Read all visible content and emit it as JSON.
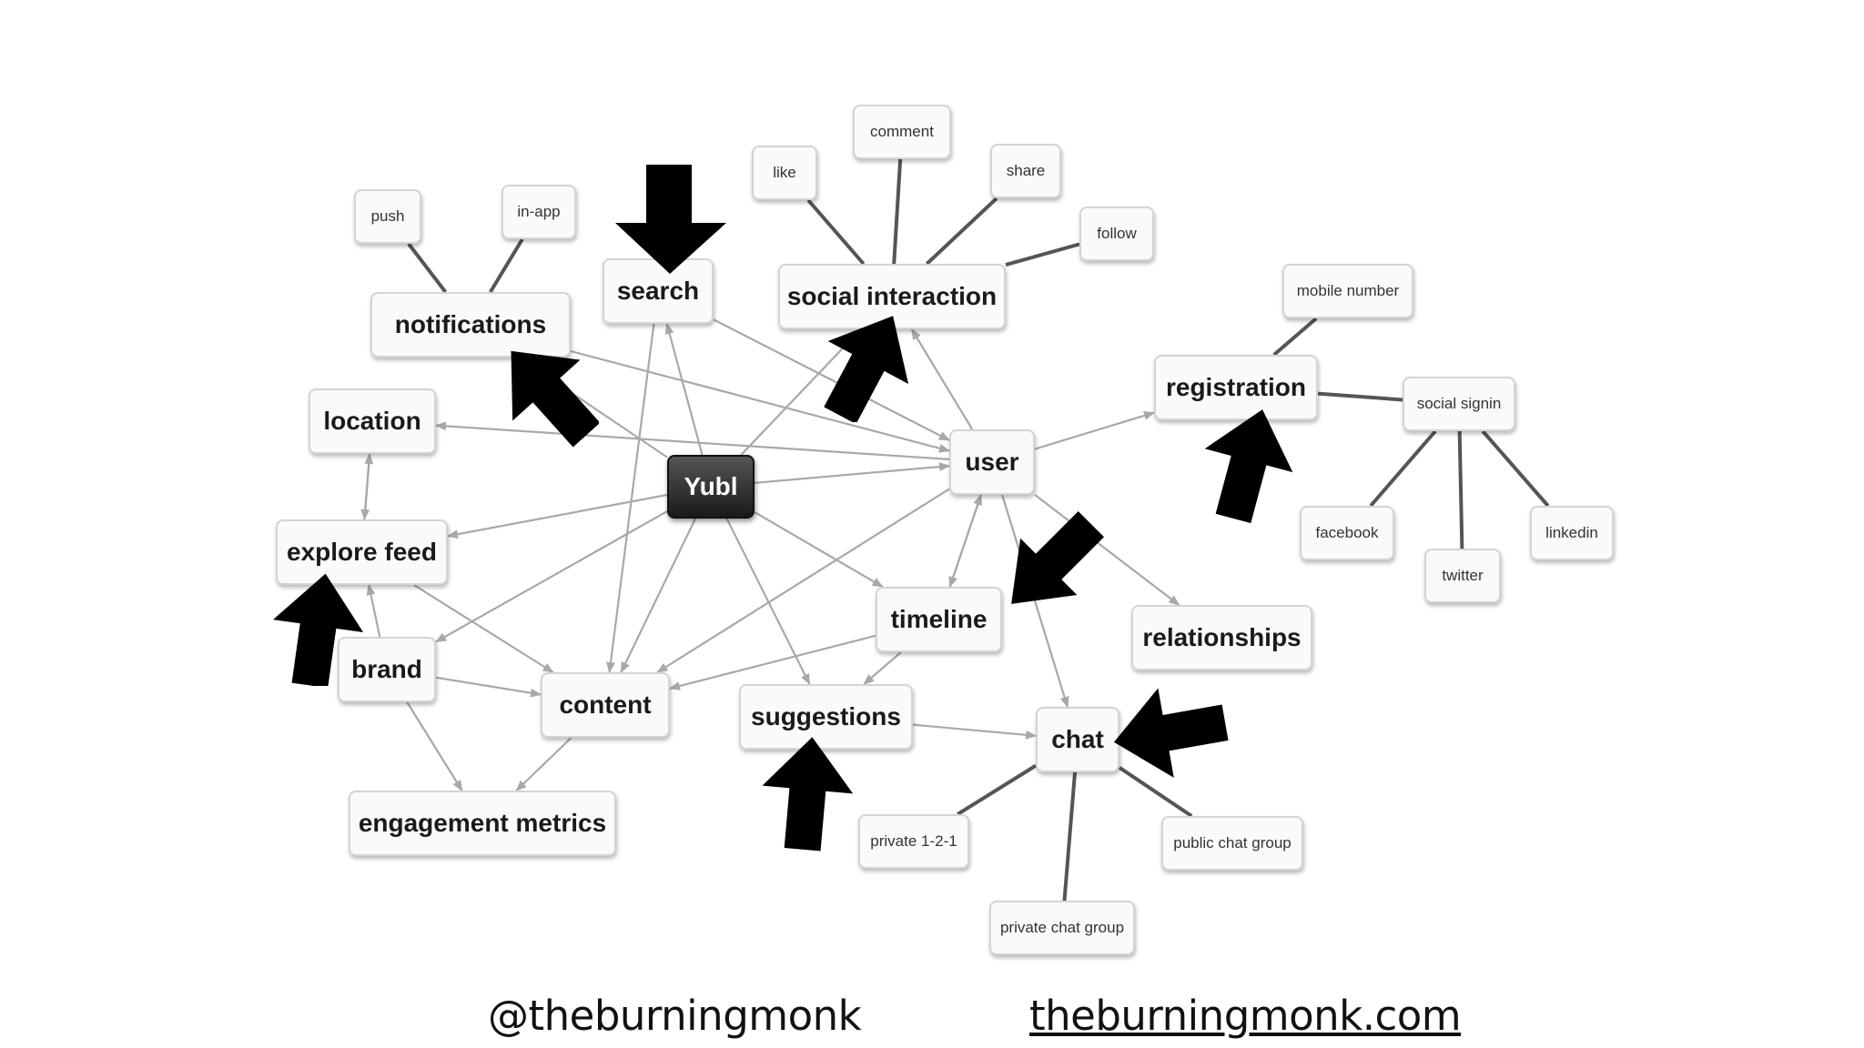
{
  "diagram": {
    "nodes": {
      "yubl": "Yubl",
      "search": "search",
      "social_interaction": "social interaction",
      "notifications": "notifications",
      "location": "location",
      "explore_feed": "explore feed",
      "brand": "brand",
      "content": "content",
      "engagement_metrics": "engagement metrics",
      "suggestions": "suggestions",
      "timeline": "timeline",
      "user": "user",
      "registration": "registration",
      "relationships": "relationships",
      "chat": "chat",
      "push": "push",
      "in_app": "in-app",
      "like": "like",
      "comment": "comment",
      "share": "share",
      "follow": "follow",
      "mobile_number": "mobile number",
      "social_signin": "social signin",
      "facebook": "facebook",
      "twitter": "twitter",
      "linkedin": "linkedin",
      "private_121": "private 1-2-1",
      "public_chat_group": "public chat group",
      "private_chat_group": "private chat group"
    },
    "colors": {
      "arrow_edge": "#a8a8a8",
      "attribute_edge": "#555555",
      "highlight_arrow": "#000000",
      "root_node": "#222222"
    },
    "highlight_arrow_icons": [
      "down-arrow-icon",
      "up-arrow-icon"
    ]
  },
  "footer": {
    "handle": "@theburningmonk",
    "website": "theburningmonk.com"
  }
}
